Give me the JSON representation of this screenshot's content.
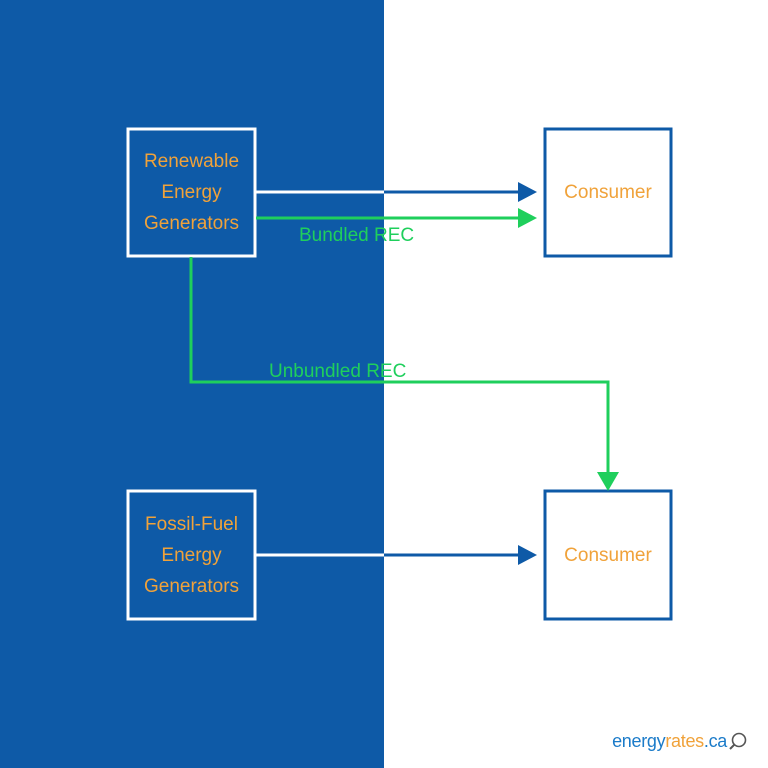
{
  "colors": {
    "panel_blue": "#0e5aa7",
    "arrow_blue": "#0e5aa7",
    "rec_green": "#1fcf5c",
    "node_text_orange": "#f0a23a",
    "node_border_left": "#ffffff",
    "node_border_right": "#0e5aa7"
  },
  "nodes": {
    "renewable": {
      "lines": [
        "Renewable",
        "Energy",
        "Generators"
      ]
    },
    "fossil": {
      "lines": [
        "Fossil-Fuel",
        "Energy",
        "Generators"
      ]
    },
    "consumer_top": {
      "label": "Consumer"
    },
    "consumer_bottom": {
      "label": "Consumer"
    }
  },
  "edges": {
    "bundled": {
      "label": "Bundled REC"
    },
    "unbundled": {
      "label": "Unbundled REC"
    }
  },
  "brand": {
    "part1": "energy",
    "part2": "rates",
    "part3": ".ca",
    "icon": "magnifier-icon"
  }
}
